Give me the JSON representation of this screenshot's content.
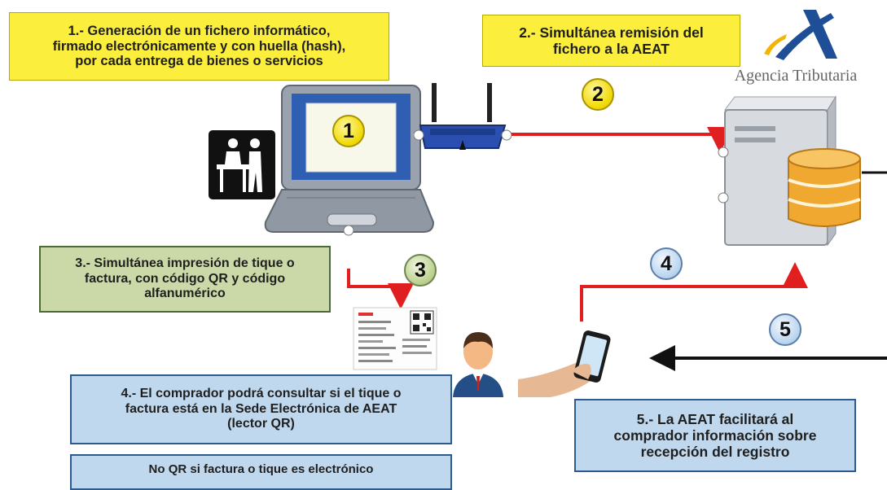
{
  "boxes": {
    "step1": "1.- Generación de un fichero informático,\nfirmado electrónicamente y con huella (hash),\npor cada entrega de bienes o servicios",
    "step2": "2.- Simultánea remisión del\nfichero a la AEAT",
    "step3": "3.- Simultánea impresión de tique o\nfactura, con código QR y código\nalfanumérico",
    "step4": "4.- El comprador podrá consultar si el tique o\nfactura está en la Sede Electrónica de AEAT\n(lector QR)",
    "step5": "5.- La AEAT facilitará al\ncomprador información sobre\nrecepción del registro",
    "note": "No QR si factura o tique es electrónico"
  },
  "badges": {
    "b1": "1",
    "b2": "2",
    "b3": "3",
    "b4": "4",
    "b5": "5"
  },
  "logo": {
    "text": "Agencia Tributaria"
  },
  "colors": {
    "yellow": "#fbee3c",
    "green": "#cbd9a9",
    "blue": "#bfd8ee",
    "arrow_red": "#e02020",
    "arrow_black": "#111111"
  },
  "icons": [
    "shop-counter-icon",
    "laptop-icon",
    "router-icon",
    "server-icon",
    "database-icon",
    "receipt-qr-icon",
    "buyer-avatar-icon",
    "smartphone-hand-icon",
    "aeat-logo-icon"
  ]
}
